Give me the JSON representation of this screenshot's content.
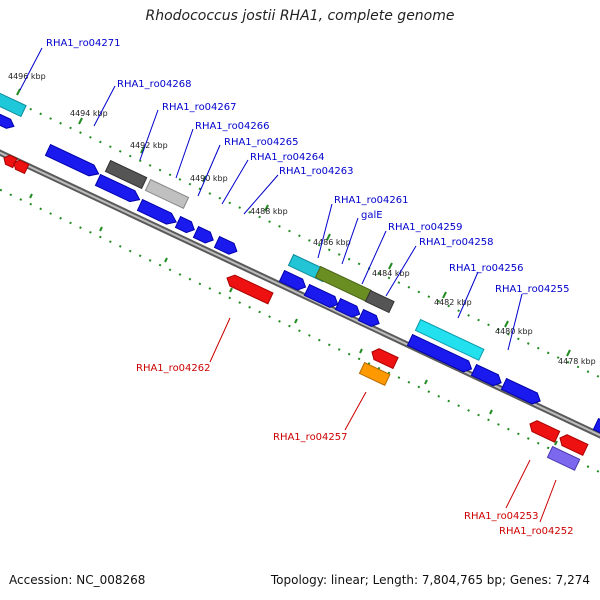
{
  "title": "Rhodococcus jostii RHA1, complete genome",
  "footer": {
    "accession": "Accession: NC_008268",
    "topology": "Topology: linear; Length: 7,804,765 bp; Genes: 7,274"
  },
  "colors": {
    "forward_label": "#0000cc",
    "reverse_label": "#cc0000",
    "backbone": "#707070",
    "tick": "#228b22"
  },
  "kbp_ticks": [
    "4496 kbp",
    "4494 kbp",
    "4492 kbp",
    "4490 kbp",
    "4488 kbp",
    "4486 kbp",
    "4484 kbp",
    "4482 kbp",
    "4480 kbp",
    "4478 kbp"
  ],
  "forward_labels": [
    "RHA1_ro04271",
    "RHA1_ro04268",
    "RHA1_ro04267",
    "RHA1_ro04266",
    "RHA1_ro04265",
    "RHA1_ro04264",
    "RHA1_ro04263",
    "RHA1_ro04261",
    "galE",
    "RHA1_ro04259",
    "RHA1_ro04258",
    "RHA1_ro04256",
    "RHA1_ro04255"
  ],
  "reverse_labels": [
    "RHA1_ro04262",
    "RHA1_ro04257",
    "RHA1_ro04253",
    "RHA1_ro04252"
  ]
}
